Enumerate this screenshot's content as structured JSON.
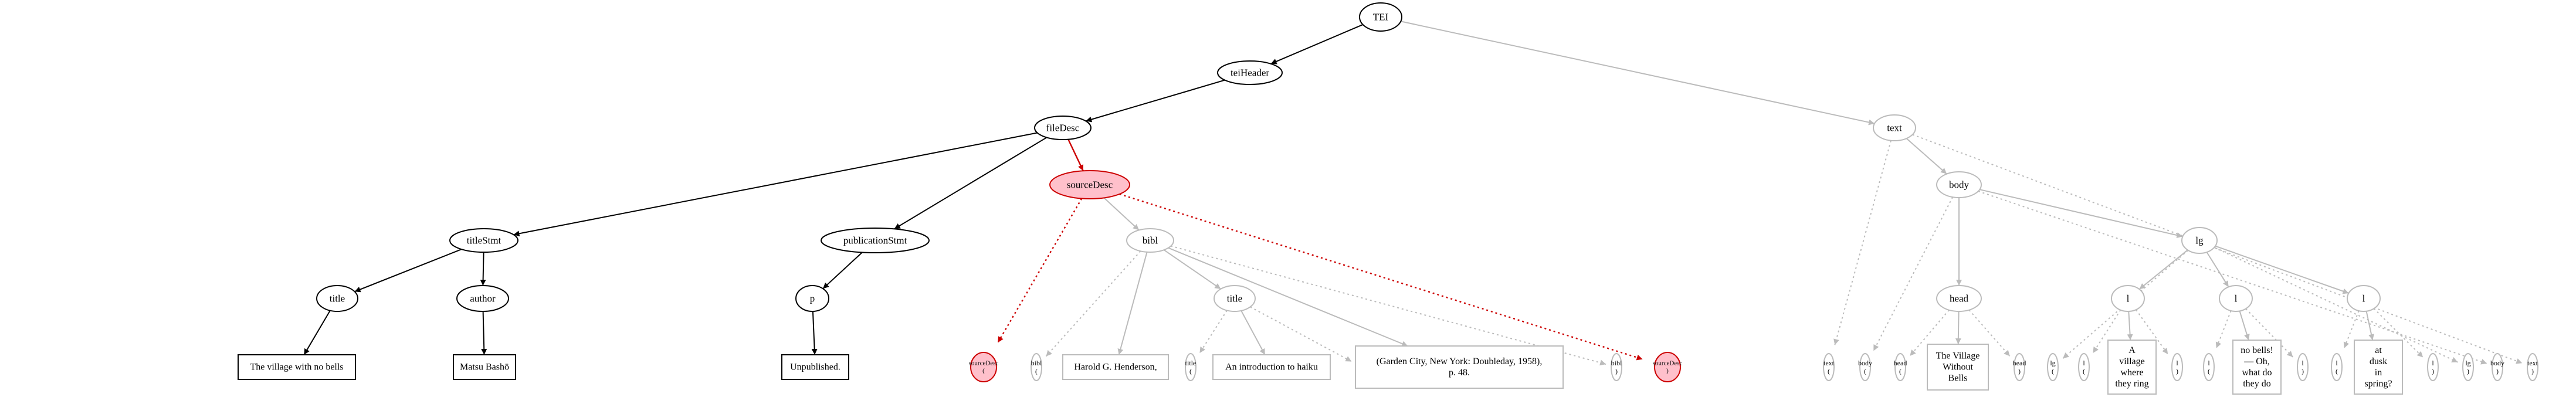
{
  "colors": {
    "active": "#000000",
    "faded": "#bbbbbb",
    "highlight_stroke": "#cc0000",
    "highlight_fill": "#ffc0cb",
    "background": "#ffffff"
  },
  "nodes": [
    {
      "id": "tei",
      "kind": "element",
      "label": "TEI",
      "state": "active"
    },
    {
      "id": "teiheader",
      "kind": "element",
      "label": "teiHeader",
      "state": "active"
    },
    {
      "id": "filedesc",
      "kind": "element",
      "label": "fileDesc",
      "state": "active"
    },
    {
      "id": "titlestmt",
      "kind": "element",
      "label": "titleStmt",
      "state": "active"
    },
    {
      "id": "title1",
      "kind": "element",
      "label": "title",
      "state": "active"
    },
    {
      "id": "author",
      "kind": "element",
      "label": "author",
      "state": "active"
    },
    {
      "id": "pubstmt",
      "kind": "element",
      "label": "publicationStmt",
      "state": "active"
    },
    {
      "id": "p",
      "kind": "element",
      "label": "p",
      "state": "active"
    },
    {
      "id": "sourcedesc",
      "kind": "element",
      "label": "sourceDesc",
      "state": "highlight"
    },
    {
      "id": "bibl",
      "kind": "element",
      "label": "bibl",
      "state": "faded"
    },
    {
      "id": "title2",
      "kind": "element",
      "label": "title",
      "state": "faded"
    },
    {
      "id": "text",
      "kind": "element",
      "label": "text",
      "state": "faded"
    },
    {
      "id": "body",
      "kind": "element",
      "label": "body",
      "state": "faded"
    },
    {
      "id": "head",
      "kind": "element",
      "label": "head",
      "state": "faded"
    },
    {
      "id": "lg",
      "kind": "element",
      "label": "lg",
      "state": "faded"
    },
    {
      "id": "l1",
      "kind": "element",
      "label": "l",
      "state": "faded"
    },
    {
      "id": "l2",
      "kind": "element",
      "label": "l",
      "state": "faded"
    },
    {
      "id": "l3",
      "kind": "element",
      "label": "l",
      "state": "faded"
    },
    {
      "id": "txt_title",
      "kind": "text",
      "lines": [
        "The village with no bells"
      ],
      "state": "active"
    },
    {
      "id": "txt_author",
      "kind": "text",
      "lines": [
        "Matsu Bashō"
      ],
      "state": "active"
    },
    {
      "id": "txt_p",
      "kind": "text",
      "lines": [
        "Unpublished."
      ],
      "state": "active"
    },
    {
      "id": "sd_open",
      "kind": "tag",
      "lines": [
        "sourceDesc",
        "("
      ],
      "state": "highlight"
    },
    {
      "id": "bibl_open",
      "kind": "tag",
      "lines": [
        "bibl",
        "("
      ],
      "state": "faded"
    },
    {
      "id": "txt_henderson",
      "kind": "text",
      "lines": [
        "Harold G. Henderson,"
      ],
      "state": "faded"
    },
    {
      "id": "title_open",
      "kind": "tag",
      "lines": [
        "title",
        "("
      ],
      "state": "faded"
    },
    {
      "id": "txt_intro",
      "kind": "text",
      "lines": [
        "An introduction to haiku"
      ],
      "state": "faded"
    },
    {
      "id": "title_close",
      "kind": "tag",
      "lines": [
        "title",
        ")"
      ],
      "state": "faded"
    },
    {
      "id": "txt_garden",
      "kind": "text",
      "lines": [
        "(Garden City, New York: Doubleday, 1958),",
        "p. 48."
      ],
      "state": "faded"
    },
    {
      "id": "bibl_close",
      "kind": "tag",
      "lines": [
        "bibl",
        ")"
      ],
      "state": "faded"
    },
    {
      "id": "sd_close",
      "kind": "tag",
      "lines": [
        "sourceDesc",
        ")"
      ],
      "state": "highlight"
    },
    {
      "id": "text_open",
      "kind": "tag",
      "lines": [
        "text",
        "("
      ],
      "state": "faded"
    },
    {
      "id": "body_open",
      "kind": "tag",
      "lines": [
        "body",
        "("
      ],
      "state": "faded"
    },
    {
      "id": "head_open",
      "kind": "tag",
      "lines": [
        "head",
        "("
      ],
      "state": "faded"
    },
    {
      "id": "txt_village",
      "kind": "text",
      "lines": [
        "The Village",
        "Without",
        "Bells"
      ],
      "state": "faded"
    },
    {
      "id": "head_close",
      "kind": "tag",
      "lines": [
        "head",
        ")"
      ],
      "state": "faded"
    },
    {
      "id": "lg_open",
      "kind": "tag",
      "lines": [
        "lg",
        "("
      ],
      "state": "faded"
    },
    {
      "id": "l1_open",
      "kind": "tag",
      "lines": [
        "l",
        "("
      ],
      "state": "faded"
    },
    {
      "id": "txt_line1",
      "kind": "text",
      "lines": [
        "A",
        "village",
        "where",
        "they ring"
      ],
      "state": "faded"
    },
    {
      "id": "l1_close",
      "kind": "tag",
      "lines": [
        "l",
        ")"
      ],
      "state": "faded"
    },
    {
      "id": "l2_open",
      "kind": "tag",
      "lines": [
        "l",
        "("
      ],
      "state": "faded"
    },
    {
      "id": "txt_line2",
      "kind": "text",
      "lines": [
        "no bells!",
        "— Oh,",
        "what do",
        "they do"
      ],
      "state": "faded"
    },
    {
      "id": "l2_close",
      "kind": "tag",
      "lines": [
        "l",
        ")"
      ],
      "state": "faded"
    },
    {
      "id": "l3_open",
      "kind": "tag",
      "lines": [
        "l",
        "("
      ],
      "state": "faded"
    },
    {
      "id": "txt_line3",
      "kind": "text",
      "lines": [
        "at",
        "dusk",
        "in",
        "spring?"
      ],
      "state": "faded"
    },
    {
      "id": "l3_close",
      "kind": "tag",
      "lines": [
        "l",
        ")"
      ],
      "state": "faded"
    },
    {
      "id": "lg_close",
      "kind": "tag",
      "lines": [
        "lg",
        ")"
      ],
      "state": "faded"
    },
    {
      "id": "body_close",
      "kind": "tag",
      "lines": [
        "body",
        ")"
      ],
      "state": "faded"
    },
    {
      "id": "text_close",
      "kind": "tag",
      "lines": [
        "text",
        ")"
      ],
      "state": "faded"
    }
  ],
  "edges": [
    {
      "from": "tei",
      "to": "teiheader",
      "style": "solid",
      "state": "active"
    },
    {
      "from": "tei",
      "to": "text",
      "style": "solid",
      "state": "faded"
    },
    {
      "from": "teiheader",
      "to": "filedesc",
      "style": "solid",
      "state": "active"
    },
    {
      "from": "filedesc",
      "to": "titlestmt",
      "style": "solid",
      "state": "active"
    },
    {
      "from": "filedesc",
      "to": "pubstmt",
      "style": "solid",
      "state": "active"
    },
    {
      "from": "filedesc",
      "to": "sourcedesc",
      "style": "solid",
      "state": "highlight"
    },
    {
      "from": "titlestmt",
      "to": "title1",
      "style": "solid",
      "state": "active"
    },
    {
      "from": "titlestmt",
      "to": "author",
      "style": "solid",
      "state": "active"
    },
    {
      "from": "title1",
      "to": "txt_title",
      "style": "solid",
      "state": "active"
    },
    {
      "from": "author",
      "to": "txt_author",
      "style": "solid",
      "state": "active"
    },
    {
      "from": "pubstmt",
      "to": "p",
      "style": "solid",
      "state": "active"
    },
    {
      "from": "p",
      "to": "txt_p",
      "style": "solid",
      "state": "active"
    },
    {
      "from": "sourcedesc",
      "to": "sd_open",
      "style": "dotted",
      "state": "highlight"
    },
    {
      "from": "sourcedesc",
      "to": "bibl",
      "style": "solid",
      "state": "faded"
    },
    {
      "from": "sourcedesc",
      "to": "sd_close",
      "style": "dotted",
      "state": "highlight"
    },
    {
      "from": "bibl",
      "to": "bibl_open",
      "style": "dotted",
      "state": "faded"
    },
    {
      "from": "bibl",
      "to": "txt_henderson",
      "style": "solid",
      "state": "faded"
    },
    {
      "from": "bibl",
      "to": "title2",
      "style": "solid",
      "state": "faded"
    },
    {
      "from": "bibl",
      "to": "txt_garden",
      "style": "solid",
      "state": "faded"
    },
    {
      "from": "bibl",
      "to": "bibl_close",
      "style": "dotted",
      "state": "faded"
    },
    {
      "from": "title2",
      "to": "title_open",
      "style": "dotted",
      "state": "faded"
    },
    {
      "from": "title2",
      "to": "txt_intro",
      "style": "solid",
      "state": "faded"
    },
    {
      "from": "title2",
      "to": "title_close",
      "style": "dotted",
      "state": "faded"
    },
    {
      "from": "text",
      "to": "text_open",
      "style": "dotted",
      "state": "faded"
    },
    {
      "from": "text",
      "to": "body",
      "style": "solid",
      "state": "faded"
    },
    {
      "from": "text",
      "to": "text_close",
      "style": "dotted",
      "state": "faded"
    },
    {
      "from": "body",
      "to": "body_open",
      "style": "dotted",
      "state": "faded"
    },
    {
      "from": "body",
      "to": "head",
      "style": "solid",
      "state": "faded"
    },
    {
      "from": "body",
      "to": "lg",
      "style": "solid",
      "state": "faded"
    },
    {
      "from": "body",
      "to": "body_close",
      "style": "dotted",
      "state": "faded"
    },
    {
      "from": "head",
      "to": "head_open",
      "style": "dotted",
      "state": "faded"
    },
    {
      "from": "head",
      "to": "txt_village",
      "style": "solid",
      "state": "faded"
    },
    {
      "from": "head",
      "to": "head_close",
      "style": "dotted",
      "state": "faded"
    },
    {
      "from": "lg",
      "to": "lg_open",
      "style": "dotted",
      "state": "faded"
    },
    {
      "from": "lg",
      "to": "l1",
      "style": "solid",
      "state": "faded"
    },
    {
      "from": "lg",
      "to": "l2",
      "style": "solid",
      "state": "faded"
    },
    {
      "from": "lg",
      "to": "l3",
      "style": "solid",
      "state": "faded"
    },
    {
      "from": "lg",
      "to": "lg_close",
      "style": "dotted",
      "state": "faded"
    },
    {
      "from": "l1",
      "to": "l1_open",
      "style": "dotted",
      "state": "faded"
    },
    {
      "from": "l1",
      "to": "txt_line1",
      "style": "solid",
      "state": "faded"
    },
    {
      "from": "l1",
      "to": "l1_close",
      "style": "dotted",
      "state": "faded"
    },
    {
      "from": "l2",
      "to": "l2_open",
      "style": "dotted",
      "state": "faded"
    },
    {
      "from": "l2",
      "to": "txt_line2",
      "style": "solid",
      "state": "faded"
    },
    {
      "from": "l2",
      "to": "l2_close",
      "style": "dotted",
      "state": "faded"
    },
    {
      "from": "l3",
      "to": "l3_open",
      "style": "dotted",
      "state": "faded"
    },
    {
      "from": "l3",
      "to": "txt_line3",
      "style": "solid",
      "state": "faded"
    },
    {
      "from": "l3",
      "to": "l3_close",
      "style": "dotted",
      "state": "faded"
    }
  ]
}
